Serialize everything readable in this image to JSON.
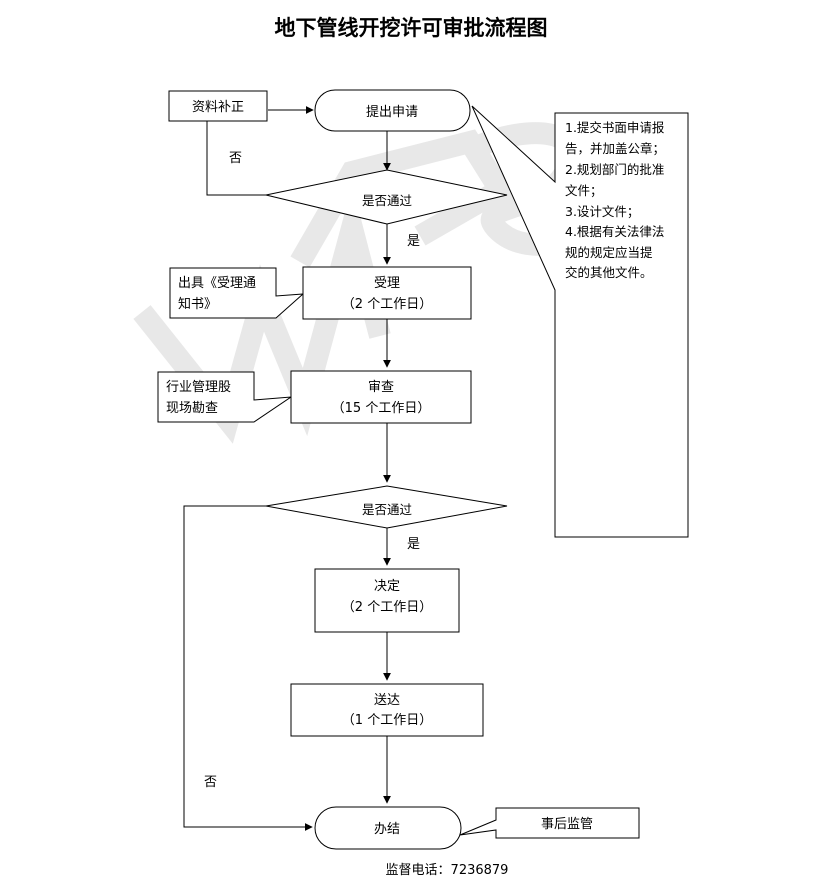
{
  "title": "地下管线开挖许可审批流程图",
  "nodes": {
    "supplement": "资料补正",
    "submit": "提出申请",
    "check1": "是否通过",
    "accept_title": "受理",
    "accept_days": "（2 个工作日）",
    "review_title": "审查",
    "review_days": "（15 个工作日）",
    "check2": "是否通过",
    "decide_title": "决定",
    "decide_days": "（2 个工作日）",
    "deliver_title": "送达",
    "deliver_days": "（1 个工作日）",
    "done": "办结"
  },
  "callouts": {
    "notice": [
      "出具《受理通",
      "知书》"
    ],
    "survey": [
      "行业管理股",
      "现场勘查"
    ],
    "docs": [
      "1.提交书面申请报",
      "告，并加盖公章；",
      "2.规划部门的批准",
      "文件；",
      "3.设计文件；",
      "4.根据有关法律法",
      "规的规定应当提",
      "交的其他文件。"
    ],
    "supervise": "事后监管"
  },
  "labels": {
    "no1": "否",
    "yes1": "是",
    "yes2": "是",
    "no2": "否"
  },
  "footer": "监督电话：7236879"
}
